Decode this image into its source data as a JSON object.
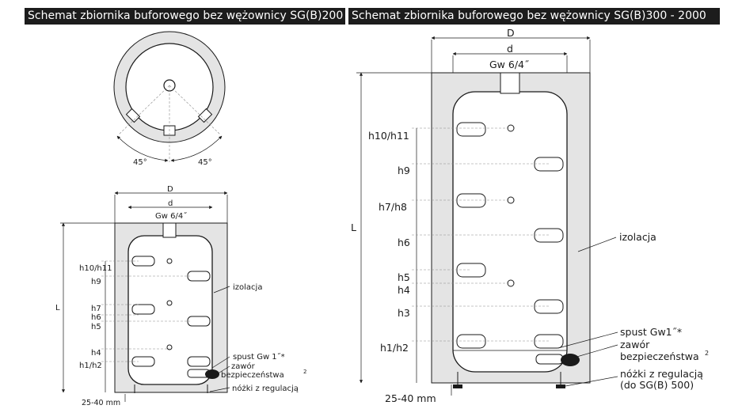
{
  "titles": {
    "left": "Schemat zbiornika buforowego bez wężownicy SG(B)200",
    "right": "Schemat zbiornika buforowego bez wężownicy SG(B)300 - 2000"
  },
  "left": {
    "angle_left": "45°",
    "angle_right": "45°",
    "dim_D": "D",
    "dim_d": "d",
    "dim_gw": "Gw 6/4˝",
    "dim_L": "L",
    "heights": [
      "h10/h11",
      "h9",
      "h7",
      "h6",
      "h5",
      "h4",
      "h1/h2"
    ],
    "izolacja": "izolacja",
    "spust": "spust Gw 1˝*",
    "zawor_line1": "zawór",
    "zawor_line2": "bezpieczeństwa",
    "zawor_sup": "2",
    "nozki": "nóżki z regulacją",
    "gap": "25-40 mm"
  },
  "right": {
    "dim_D": "D",
    "dim_d": "d",
    "dim_gw": "Gw 6/4˝",
    "dim_L": "L",
    "heights": [
      "h10/h11",
      "h9",
      "h7/h8",
      "h6",
      "h5",
      "h4",
      "h3",
      "h1/h2"
    ],
    "izolacja": "izolacja",
    "spust": "spust Gw1˝*",
    "zawor_line1": "zawór",
    "zawor_line2": "bezpieczeństwa",
    "zawor_sup": "2",
    "nozki_line1": "nóżki z regulacją",
    "nozki_line2": "(do SG(B) 500)",
    "gap": "25-40 mm"
  }
}
